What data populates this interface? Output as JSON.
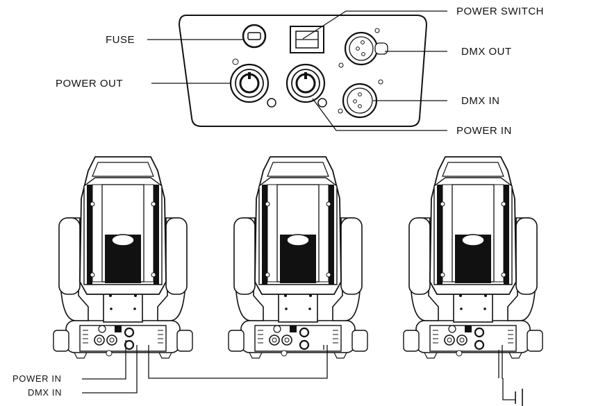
{
  "panel_labels": {
    "fuse": "FUSE",
    "power_out": "POWER OUT",
    "power_switch": "POWER SWITCH",
    "dmx_out": "DMX OUT",
    "dmx_in": "DMX IN",
    "power_in": "POWER IN"
  },
  "chain_labels": {
    "power_in": "POWER  IN",
    "dmx_in": "DMX  IN"
  },
  "fixture_count": 3,
  "colors": {
    "line": "#111111",
    "background": "#ffffff",
    "lens": "#1a1a1a"
  }
}
